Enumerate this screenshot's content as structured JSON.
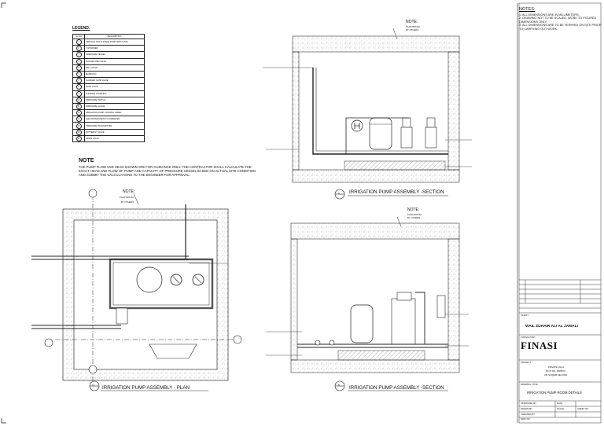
{
  "legend": {
    "title": "LEGEND:",
    "col_no": "SL.NO",
    "col_desc": "DESCRIPTION",
    "items": [
      "VERTICAL MULTI STAGE PUMP (WITH VSD)",
      "Y-STRAINER",
      "PRESSURE VESSEL",
      "NON-RETURN VALVE",
      "BALL VALVE",
      "MANIFOLD",
      "FLANGED GATE VALVE",
      "GATE VALVE",
      "FLEXIBLE COUPLING",
      "PRESSURE SWITCH",
      "PRESSURE GAUGE",
      "IRRIGATION PUMP CONTROL PANEL",
      "ELECTROMAGNETIC FLOWMETER",
      "PRESSURE TRANSMITTER",
      "BUTTERFLY VALVE",
      "DRAIN VALVE"
    ]
  },
  "note": {
    "title": "NOTE",
    "body": "THE PUMP FLOW AND HEAD SHOWN ARE FOR GUIDANCE ONLY. THE CONTRACTOR SHALL CALCULATE THE EXACT HEAD AND FLOW OF PUMP AND CAPACITY OF PRESSURE VESSEL BASED ON ACTUAL SITE CONDITION AND SUBMIT THE CALCULATIONS TO THE ENGINEER FOR APPROVAL."
  },
  "notes": {
    "title": "NOTES:",
    "items": [
      "1. ALL DIMENSIONS ARE IN MILLIMETERS.",
      "2. DRAWING NOT TO BE SCALED. WORK TO FIGURED DIMENSIONS ONLY.",
      "3. ALL DIMENSIONS ARE TO BE VERIFIED ON SITE PRIOR TO CARRYING OUT WORK."
    ]
  },
  "callouts": {
    "note_word": "NOTE:",
    "plantroom": "PLANTROOM",
    "by_others": "BY OTHERS"
  },
  "views": {
    "section_a_letter": "A",
    "section_a_title": "IRRIGATION PUMP ASSEMBLY -SECTION",
    "section_b_letter": "B",
    "section_b_title": "IRRIGATION PUMP ASSEMBLY -SECTION",
    "plan_number": "01",
    "plan_title": "IRRIGATION PUMP ASSEMBLY - PLAN"
  },
  "title_block": {
    "client_label": "CLIENT",
    "client": "WAIL ZUHAIR ALI AL JAMALI",
    "consultant_label": "CONSULTANT",
    "logo": "FINASI",
    "project_label": "PROJECT",
    "project_lines": [
      "PRIVATE VILLA",
      "PLOT NO. 3835679",
      "UM SUQEIM SECOND"
    ],
    "drawing_label": "DRAWING TITLE",
    "drawing_title": "IRRIGATION PUMP ROOM DETAILS",
    "approved_by": "APPROVED BY",
    "drawn_by": "DRAWN BY",
    "checked_by": "CHECKED BY",
    "date": "DATE",
    "scale": "SCALE",
    "sheet_no": "SHEET NO",
    "dwg_no": "DWG NO"
  },
  "colors": {
    "ink": "#111111",
    "hatch": "#7a7a7a",
    "paper": "#ffffff"
  }
}
